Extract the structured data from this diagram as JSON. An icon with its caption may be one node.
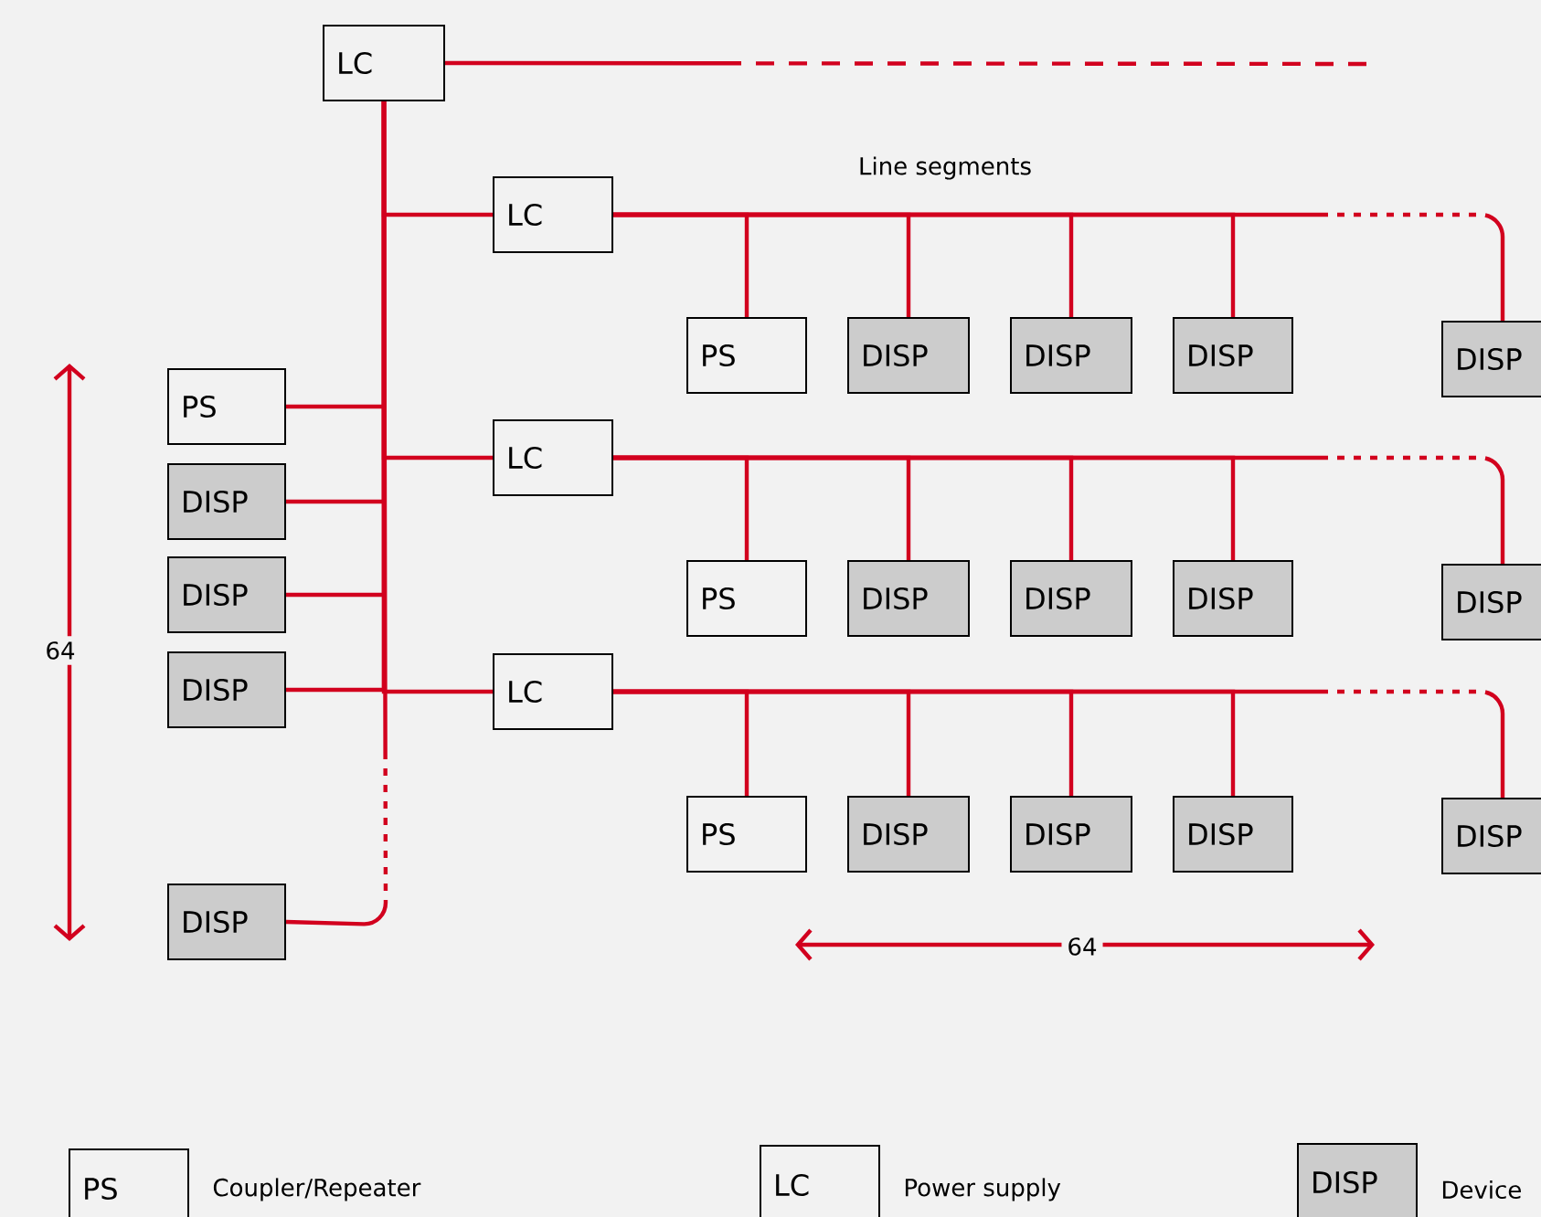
{
  "diagram": {
    "nodes": [
      {
        "text": [
          "LC"
        ]
      },
      {
        "text": [
          "LC"
        ]
      },
      {
        "text": [
          "PS"
        ]
      },
      {
        "text": [
          "DISP"
        ]
      },
      {
        "text": [
          "DISP"
        ]
      },
      {
        "text": [
          "DISP"
        ]
      },
      {
        "text": [
          "DISP"
        ]
      },
      {
        "text": [
          "PS"
        ]
      },
      {
        "text": [
          "DISP"
        ]
      },
      {
        "text": [
          "DISP"
        ]
      },
      {
        "text": [
          "DISP"
        ]
      },
      {
        "text": [
          "LC"
        ]
      },
      {
        "text": [
          "PS"
        ]
      },
      {
        "text": [
          "DISP"
        ]
      },
      {
        "text": [
          "DISP"
        ]
      },
      {
        "text": [
          "DISP"
        ]
      },
      {
        "text": [
          "DISP"
        ]
      },
      {
        "text": [
          "LC"
        ]
      },
      {
        "text": [
          "PS"
        ]
      },
      {
        "text": [
          "DISP"
        ]
      },
      {
        "text": [
          "DISP"
        ]
      },
      {
        "text": [
          "DISP"
        ]
      },
      {
        "text": [
          "DISP"
        ]
      },
      {
        "text": [
          "DISP"
        ]
      },
      {
        "text": [
          "PS"
        ],
        "beside": [
          "Coupler/Repeater"
        ]
      },
      {
        "text": [
          "LC"
        ],
        "beside": [
          "Power supply"
        ]
      },
      {
        "text": [
          "DISP"
        ],
        "beside": [
          "Device"
        ]
      }
    ],
    "edges": [
      {
        "from": 0,
        "to": null,
        "arrow": "none",
        "style": "dashed"
      },
      {
        "from": 0,
        "to": 1,
        "arrow": "none"
      },
      {
        "from": 0,
        "to": 7,
        "arrow": "none"
      },
      {
        "from": 0,
        "to": 11,
        "arrow": "none"
      },
      {
        "from": 0,
        "to": 8,
        "arrow": "none"
      },
      {
        "from": 0,
        "to": 9,
        "arrow": "none"
      },
      {
        "from": 0,
        "to": 10,
        "arrow": "none"
      },
      {
        "from": 0,
        "to": 17,
        "arrow": "none"
      },
      {
        "from": 0,
        "to": 23,
        "arrow": "none",
        "style": "dashed"
      },
      {
        "from": 1,
        "to": 2,
        "arrow": "none"
      },
      {
        "from": 1,
        "to": 3,
        "arrow": "none"
      },
      {
        "from": 1,
        "to": 4,
        "arrow": "none"
      },
      {
        "from": 1,
        "to": 5,
        "arrow": "none"
      },
      {
        "from": 1,
        "to": 6,
        "arrow": "none",
        "style": "dashed"
      },
      {
        "from": 11,
        "to": 12,
        "arrow": "none"
      },
      {
        "from": 11,
        "to": 13,
        "arrow": "none"
      },
      {
        "from": 11,
        "to": 14,
        "arrow": "none"
      },
      {
        "from": 11,
        "to": 15,
        "arrow": "none"
      },
      {
        "from": 11,
        "to": 16,
        "arrow": "none",
        "style": "dashed"
      },
      {
        "from": 17,
        "to": 18,
        "arrow": "none"
      },
      {
        "from": 17,
        "to": 19,
        "arrow": "none"
      },
      {
        "from": 17,
        "to": 20,
        "arrow": "none"
      },
      {
        "from": 17,
        "to": 21,
        "arrow": "none"
      },
      {
        "from": 17,
        "to": 22,
        "arrow": "none",
        "style": "dashed"
      }
    ],
    "labels": [
      "Line segments",
      "64",
      "64"
    ]
  }
}
